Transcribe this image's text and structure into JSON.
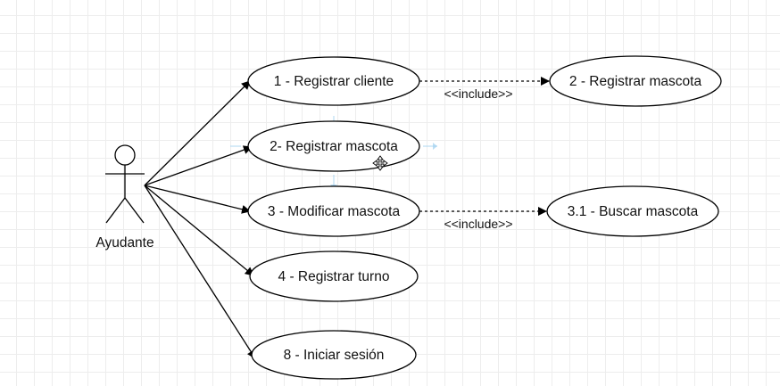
{
  "actor": {
    "name": "Ayudante"
  },
  "use_cases": [
    {
      "id": "uc1",
      "label": "1 - Registrar cliente"
    },
    {
      "id": "uc2",
      "label": "2- Registrar mascota"
    },
    {
      "id": "uc3",
      "label": "3 - Modificar mascota"
    },
    {
      "id": "uc4",
      "label": "4 - Registrar turno"
    },
    {
      "id": "uc8",
      "label": "8 - Iniciar sesión"
    },
    {
      "id": "uc2b",
      "label": "2 - Registrar mascota"
    },
    {
      "id": "uc31",
      "label": "3.1 - Buscar mascota"
    }
  ],
  "relations": [
    {
      "from": "uc1",
      "to": "uc2b",
      "label": "<<include>>"
    },
    {
      "from": "uc3",
      "to": "uc31",
      "label": "<<include>>"
    }
  ],
  "selected_use_case": "uc2",
  "move_cursor_icon": "move-cursor-icon"
}
